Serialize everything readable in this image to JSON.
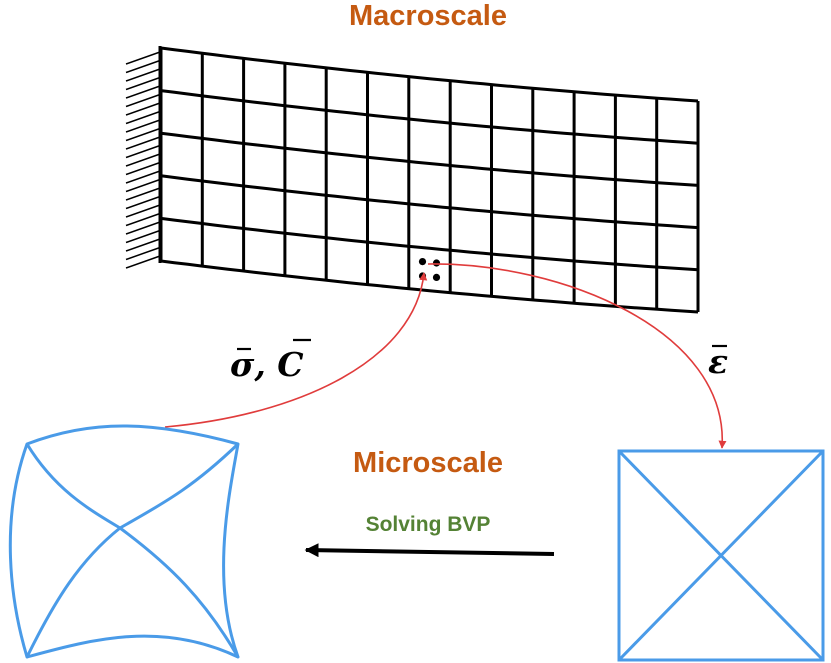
{
  "labels": {
    "macroscale": "Macroscale",
    "microscale": "Microscale",
    "solving_bvp": "Solving BVP",
    "stress_tangent": "σ, C",
    "strain": "ε"
  },
  "colors": {
    "title": "#c55a11",
    "bvp_text": "#548235",
    "mesh": "#000000",
    "rve": "#4a9be8",
    "link_arrow": "#e03c3c",
    "solve_arrow": "#000000"
  },
  "mesh": {
    "columns": 13,
    "rows": 5,
    "gauss_points_per_element": 4
  },
  "icons": {
    "clamp": "fixed-support-hatch-icon"
  }
}
